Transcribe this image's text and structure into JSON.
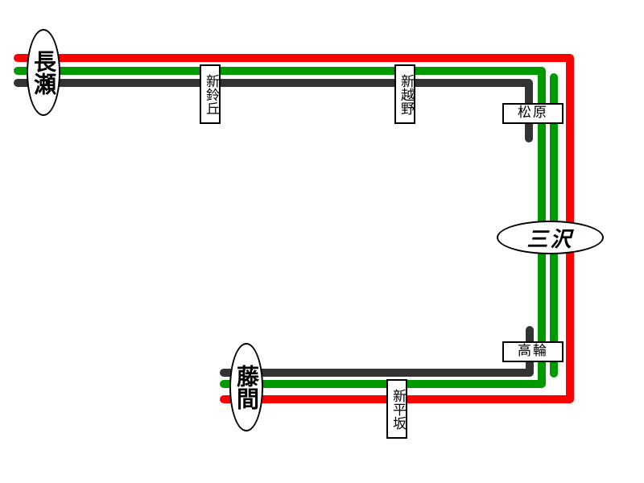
{
  "colors": {
    "red_line": "#ff0000",
    "green_line": "#009900",
    "dark_line": "#333333"
  },
  "stations": {
    "nagase": "長瀬",
    "shin_suzuoka": "新鈴丘",
    "shin_koshino": "新越野",
    "matsubara": "松原",
    "misawa": "三沢",
    "takawa": "高輪",
    "fujima": "藤間",
    "shin_hirasaka": "新平坂"
  }
}
